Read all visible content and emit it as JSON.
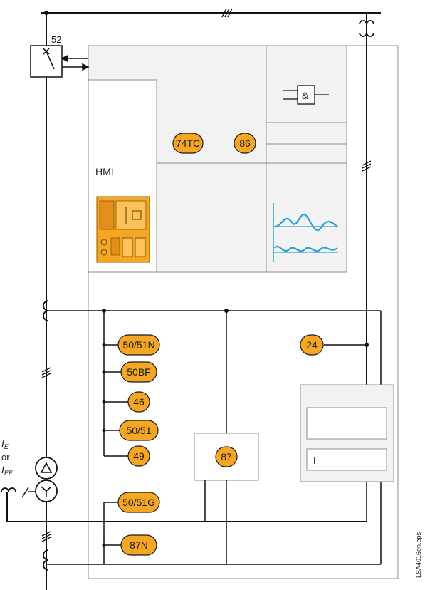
{
  "breaker_label": "52",
  "hmi_label": "HMI",
  "and_gate_symbol": "&",
  "top_functions": [
    "74TC",
    "86"
  ],
  "left_functions": [
    "50/51N",
    "50BF",
    "46",
    "50/51",
    "49"
  ],
  "ground_functions": [
    "50/51G",
    "87N"
  ],
  "differential_function": "87",
  "overflux_function": "24",
  "display_line": "I",
  "current_label": {
    "ie_main": "I",
    "ie_sub": "E",
    "or": "or",
    "iee_main": "I",
    "iee_sub": "EE"
  },
  "file_label": "LSA4016en.eps",
  "colors": {
    "badge_fill": "#f5a623",
    "badge_stroke": "#1a1a1a",
    "panel_fill": "#f2f2f2",
    "panel_stroke": "#8c8c8c",
    "line": "#111111",
    "waveform": "#2a9fd6",
    "device_orange": "#f5a623"
  }
}
